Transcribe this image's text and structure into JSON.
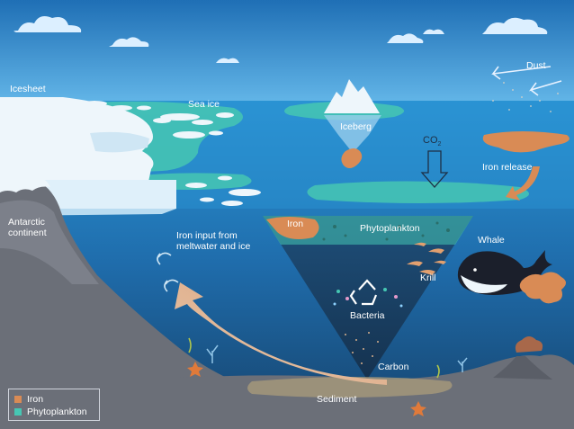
{
  "labels": {
    "icesheet": "Icesheet",
    "sea_ice": "Sea ice",
    "iceberg": "Iceberg",
    "co2_main": "CO",
    "co2_sub": "2",
    "dust": "Dust",
    "iron_release": "Iron release",
    "antarctic_continent": "Antarctic continent",
    "iron_input": "Iron input from meltwater and ice",
    "iron": "Iron",
    "phytoplankton": "Phytoplankton",
    "whale": "Whale",
    "krill": "Krill",
    "bacteria": "Bacteria",
    "carbon": "Carbon",
    "sediment": "Sediment"
  },
  "legend": {
    "items": [
      {
        "label": "Iron",
        "color": "#d98b55"
      },
      {
        "label": "Phytoplankton",
        "color": "#46c7b3"
      }
    ]
  },
  "colors": {
    "sky_top": "#1f6fb5",
    "sky_bottom": "#5fb3e6",
    "ocean_surface": "#2a8fd0",
    "ocean_deep": "#16436c",
    "iron": "#d98b55",
    "phytoplankton": "#46c7b3",
    "ice": "#eef6fb",
    "rock": "#6b6f78",
    "whale": "#1b1f2b"
  }
}
